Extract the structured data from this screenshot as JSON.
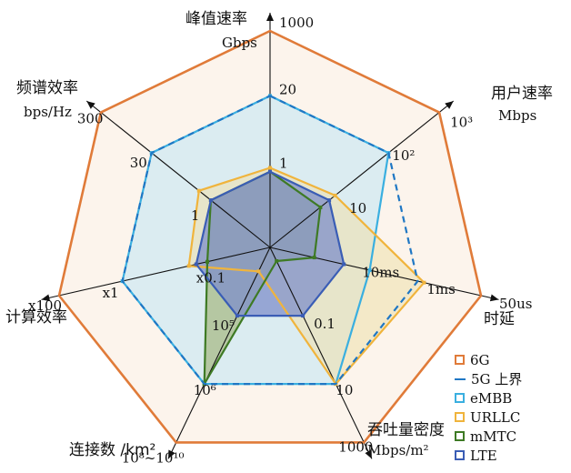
{
  "axes": [
    {
      "id": "peak_rate",
      "title": "峰值速率",
      "unit": "Gbps",
      "ticks": [
        "1",
        "20",
        "1000"
      ]
    },
    {
      "id": "user_rate",
      "title": "用户速率",
      "unit": "Mbps",
      "ticks": [
        "10",
        "10²",
        "10³"
      ]
    },
    {
      "id": "latency",
      "title": "时延",
      "unit": "",
      "ticks": [
        "10ms",
        "1ms",
        "50us"
      ]
    },
    {
      "id": "throughput_density",
      "title": "吞吐量密度",
      "unit": "Mbps/m²",
      "ticks": [
        "0.1",
        "10",
        "1000"
      ]
    },
    {
      "id": "connections",
      "title": "连接数 /km²",
      "unit": "",
      "ticks": [
        "10⁵",
        "10⁶",
        "10⁸~10¹⁰"
      ]
    },
    {
      "id": "compute_efficiency",
      "title": "计算效率",
      "unit": "",
      "ticks": [
        "x0.1",
        "x1",
        "x100"
      ]
    },
    {
      "id": "spectral_efficiency",
      "title": "频谱效率",
      "unit": "bps/Hz",
      "ticks": [
        "1",
        "30",
        "300"
      ]
    }
  ],
  "legend": [
    {
      "label": "6G",
      "color": "#E07B39",
      "style": "box"
    },
    {
      "label": "5G 上界",
      "color": "#1F77C4",
      "style": "dashed"
    },
    {
      "label": "eMBB",
      "color": "#3AAFE0",
      "style": "box"
    },
    {
      "label": "URLLC",
      "color": "#F0B43C",
      "style": "box"
    },
    {
      "label": "mMTC",
      "color": "#3E7A24",
      "style": "box"
    },
    {
      "label": "LTE",
      "color": "#3A5DB5",
      "style": "box"
    }
  ],
  "chart_data": {
    "type": "radar",
    "levels": [
      0,
      0.35,
      0.7,
      1
    ],
    "series": [
      {
        "name": "6G",
        "color": "#E07B39",
        "fill": "#F9EBDD",
        "fill_opacity": 0.55,
        "dashed": false,
        "values": [
          3,
          3,
          3,
          3,
          3,
          3,
          3
        ]
      },
      {
        "name": "eMBB",
        "color": "#3AAFE0",
        "fill": "#CDE8F3",
        "fill_opacity": 0.7,
        "dashed": false,
        "values": [
          2,
          2,
          1.35,
          2,
          2,
          2,
          2
        ]
      },
      {
        "name": "URLLC",
        "color": "#F0B43C",
        "fill": "#EFE1B0",
        "fill_opacity": 0.6,
        "dashed": false,
        "values": [
          1.05,
          1.1,
          2.1,
          2,
          0.35,
          1.1,
          1.2
        ]
      },
      {
        "name": "mMTC",
        "color": "#3E7A24",
        "fill": "#9BAF6E",
        "fill_opacity": 0.6,
        "dashed": false,
        "values": [
          1,
          0.85,
          0.6,
          0.2,
          2,
          0.85,
          1
        ]
      },
      {
        "name": "LTE",
        "color": "#3A5DB5",
        "fill": "#7F8FC9",
        "fill_opacity": 0.75,
        "dashed": false,
        "values": [
          1,
          1,
          1,
          1,
          1,
          1,
          1
        ]
      },
      {
        "name": "5G 上界",
        "color": "#1F77C4",
        "fill": "none",
        "fill_opacity": 0,
        "dashed": true,
        "values": [
          2,
          2,
          2,
          2,
          2,
          2,
          2
        ]
      }
    ]
  }
}
